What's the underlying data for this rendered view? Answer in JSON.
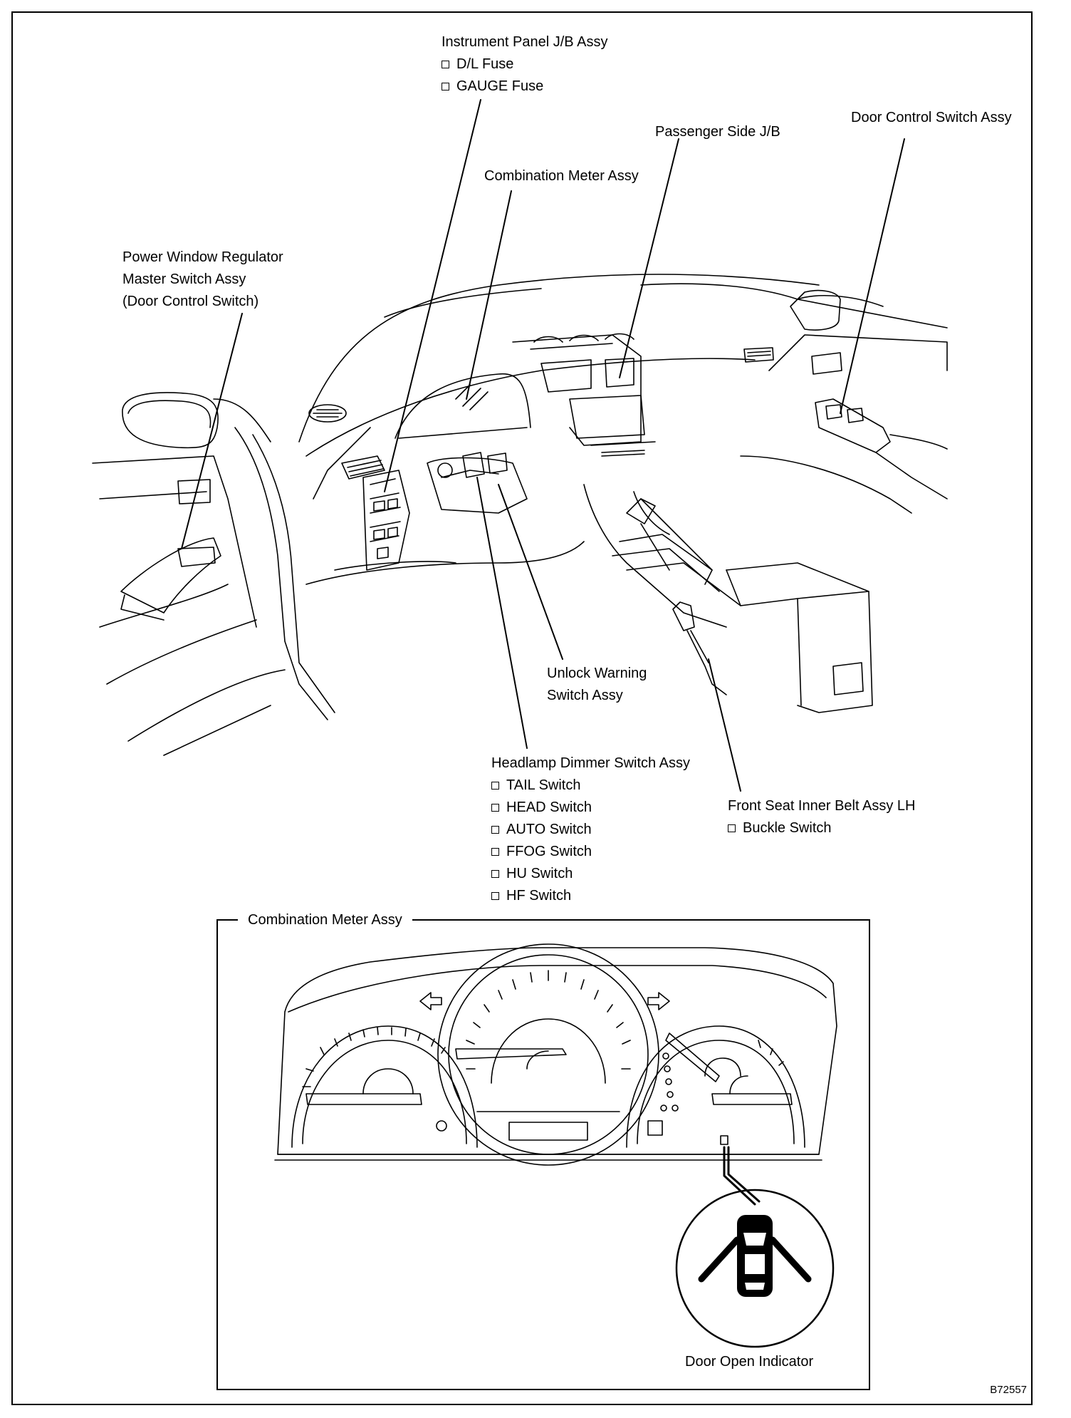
{
  "labels": {
    "instrument_panel_jb": {
      "title": "Instrument Panel J/B Assy",
      "items": [
        "D/L Fuse",
        "GAUGE Fuse"
      ]
    },
    "passenger_side_jb": "Passenger Side J/B",
    "door_control_switch": "Door Control Switch Assy",
    "combination_meter": "Combination Meter Assy",
    "power_window_master": [
      "Power Window Regulator",
      "Master Switch Assy",
      "(Door Control Switch)"
    ],
    "unlock_warning": [
      "Unlock Warning",
      "Switch Assy"
    ],
    "headlamp_dimmer": {
      "title": "Headlamp Dimmer Switch Assy",
      "items": [
        "TAIL Switch",
        "HEAD Switch",
        "AUTO Switch",
        "FFOG Switch",
        "HU Switch",
        "HF Switch"
      ]
    },
    "front_seat_belt": {
      "title": "Front Seat Inner Belt Assy LH",
      "items": [
        "Buckle Switch"
      ]
    }
  },
  "inset": {
    "title": "Combination Meter Assy",
    "indicator_label": "Door Open Indicator"
  },
  "figure_id": "B72557"
}
